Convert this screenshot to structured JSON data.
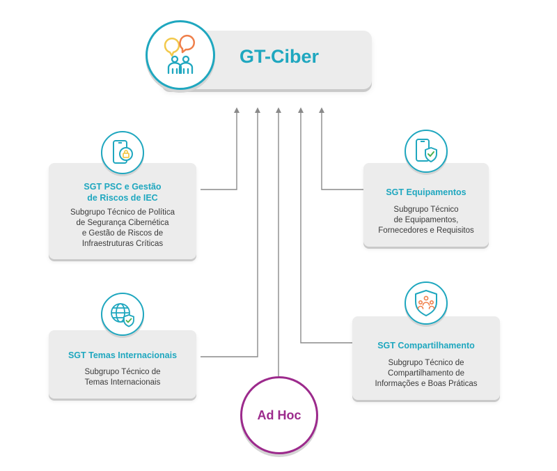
{
  "main": {
    "title": "GT-Ciber",
    "icon": "chat-people-icon"
  },
  "groups": [
    {
      "id": "psc",
      "title_lines": [
        "SGT PSC e Gestão",
        "de Riscos de IEC"
      ],
      "desc_lines": [
        "Subgrupo Técnico de Política",
        "de Segurança Cibernética",
        "e Gestão de Riscos de",
        "Infraestruturas Críticas"
      ],
      "icon": "phone-lock-icon"
    },
    {
      "id": "equipamentos",
      "title_lines": [
        "SGT Equipamentos"
      ],
      "desc_lines": [
        "Subgrupo Técnico",
        "de Equipamentos,",
        "Fornecedores e Requisitos"
      ],
      "icon": "device-shield-icon"
    },
    {
      "id": "temas",
      "title_lines": [
        "SGT Temas Internacionais"
      ],
      "desc_lines": [
        "Subgrupo Técnico de",
        "Temas Internacionais"
      ],
      "icon": "globe-shield-icon"
    },
    {
      "id": "compartilhamento",
      "title_lines": [
        "SGT Compartilhamento"
      ],
      "desc_lines": [
        "Subgrupo Técnico de",
        "Compartilhamento de",
        "Informações e Boas Práticas"
      ],
      "icon": "shield-people-icon"
    }
  ],
  "adhoc": {
    "label": "Ad Hoc"
  },
  "colors": {
    "accent": "#1fa7bf",
    "adhoc": "#9c2a8c",
    "card": "#ececec",
    "connector": "#8a8a8a",
    "bubble_yellow": "#f2c94c",
    "bubble_orange": "#ef7f4a"
  }
}
